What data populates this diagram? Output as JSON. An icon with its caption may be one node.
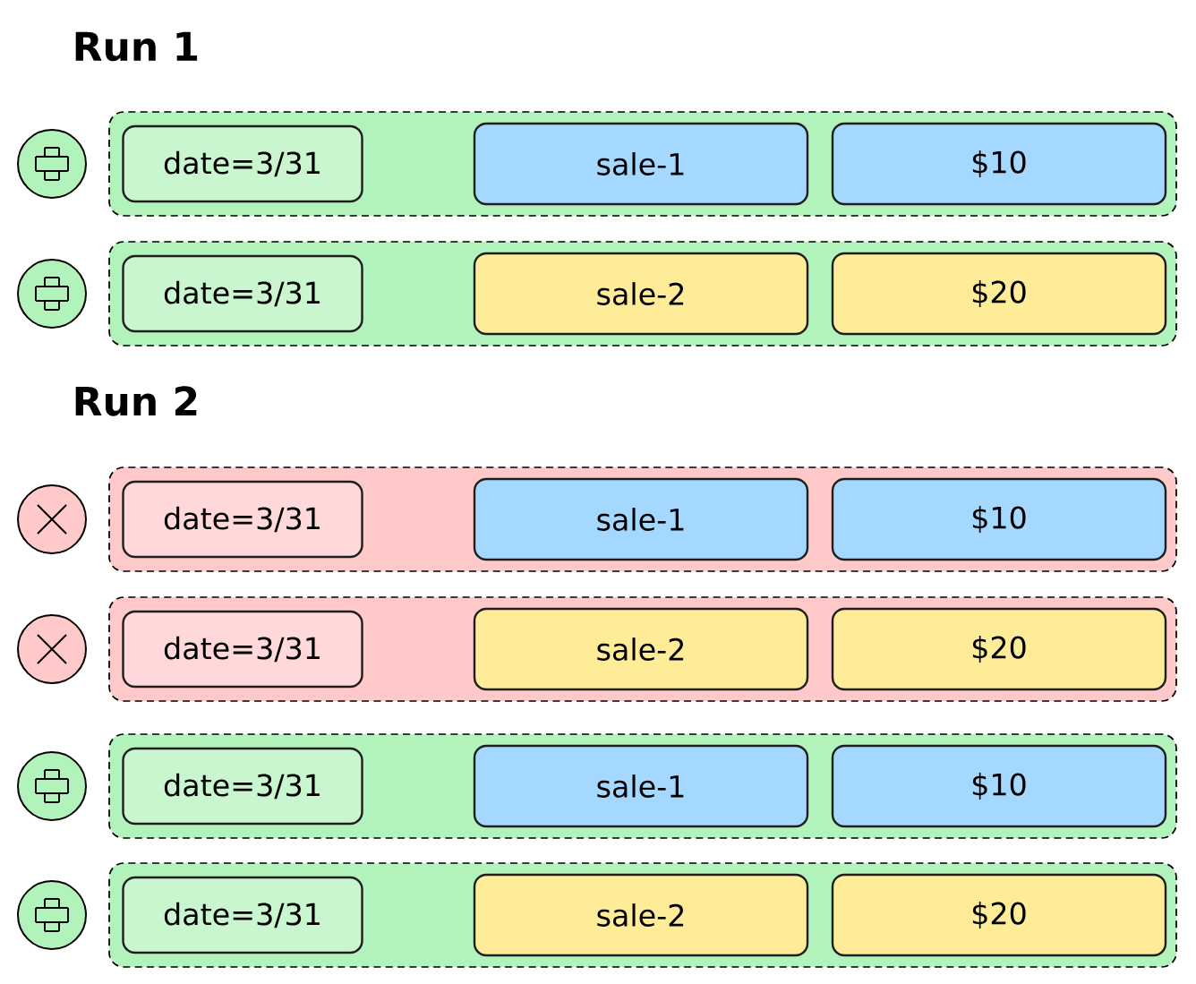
{
  "diagram": {
    "nodes": [
      {
        "text": [],
        "shape": "box"
      },
      {
        "text": [
          "date=3/31"
        ],
        "in": 0
      },
      {
        "text": [
          "sale-1"
        ],
        "in": 0
      },
      {
        "text": [
          "$10"
        ],
        "in": 0
      },
      {
        "text": [],
        "shape": "box"
      },
      {
        "text": [
          "date=3/31"
        ],
        "in": 4
      },
      {
        "text": [
          "sale-2"
        ],
        "in": 4
      },
      {
        "text": [
          "$20"
        ],
        "in": 4
      },
      {
        "text": [],
        "shape": "box"
      },
      {
        "text": [
          "date=3/31"
        ],
        "in": 8
      },
      {
        "text": [
          "sale-1"
        ],
        "in": 8
      },
      {
        "text": [
          "$10"
        ],
        "in": 8
      },
      {
        "text": [],
        "shape": "box"
      },
      {
        "text": [
          "date=3/31"
        ],
        "in": 12
      },
      {
        "text": [
          "sale-2"
        ],
        "in": 12
      },
      {
        "text": [
          "$20"
        ],
        "in": 12
      },
      {
        "text": [],
        "shape": "box"
      },
      {
        "text": [
          "date=3/31"
        ],
        "in": 16
      },
      {
        "text": [
          "sale-1"
        ],
        "in": 16
      },
      {
        "text": [
          "$10"
        ],
        "in": 16
      },
      {
        "text": [],
        "shape": "box"
      },
      {
        "text": [
          "date=3/31"
        ],
        "in": 20
      },
      {
        "text": [
          "sale-2"
        ],
        "in": 20
      },
      {
        "text": [
          "$20"
        ],
        "in": 20
      }
    ],
    "labels": [
      "Run 1",
      "Run 2"
    ]
  }
}
